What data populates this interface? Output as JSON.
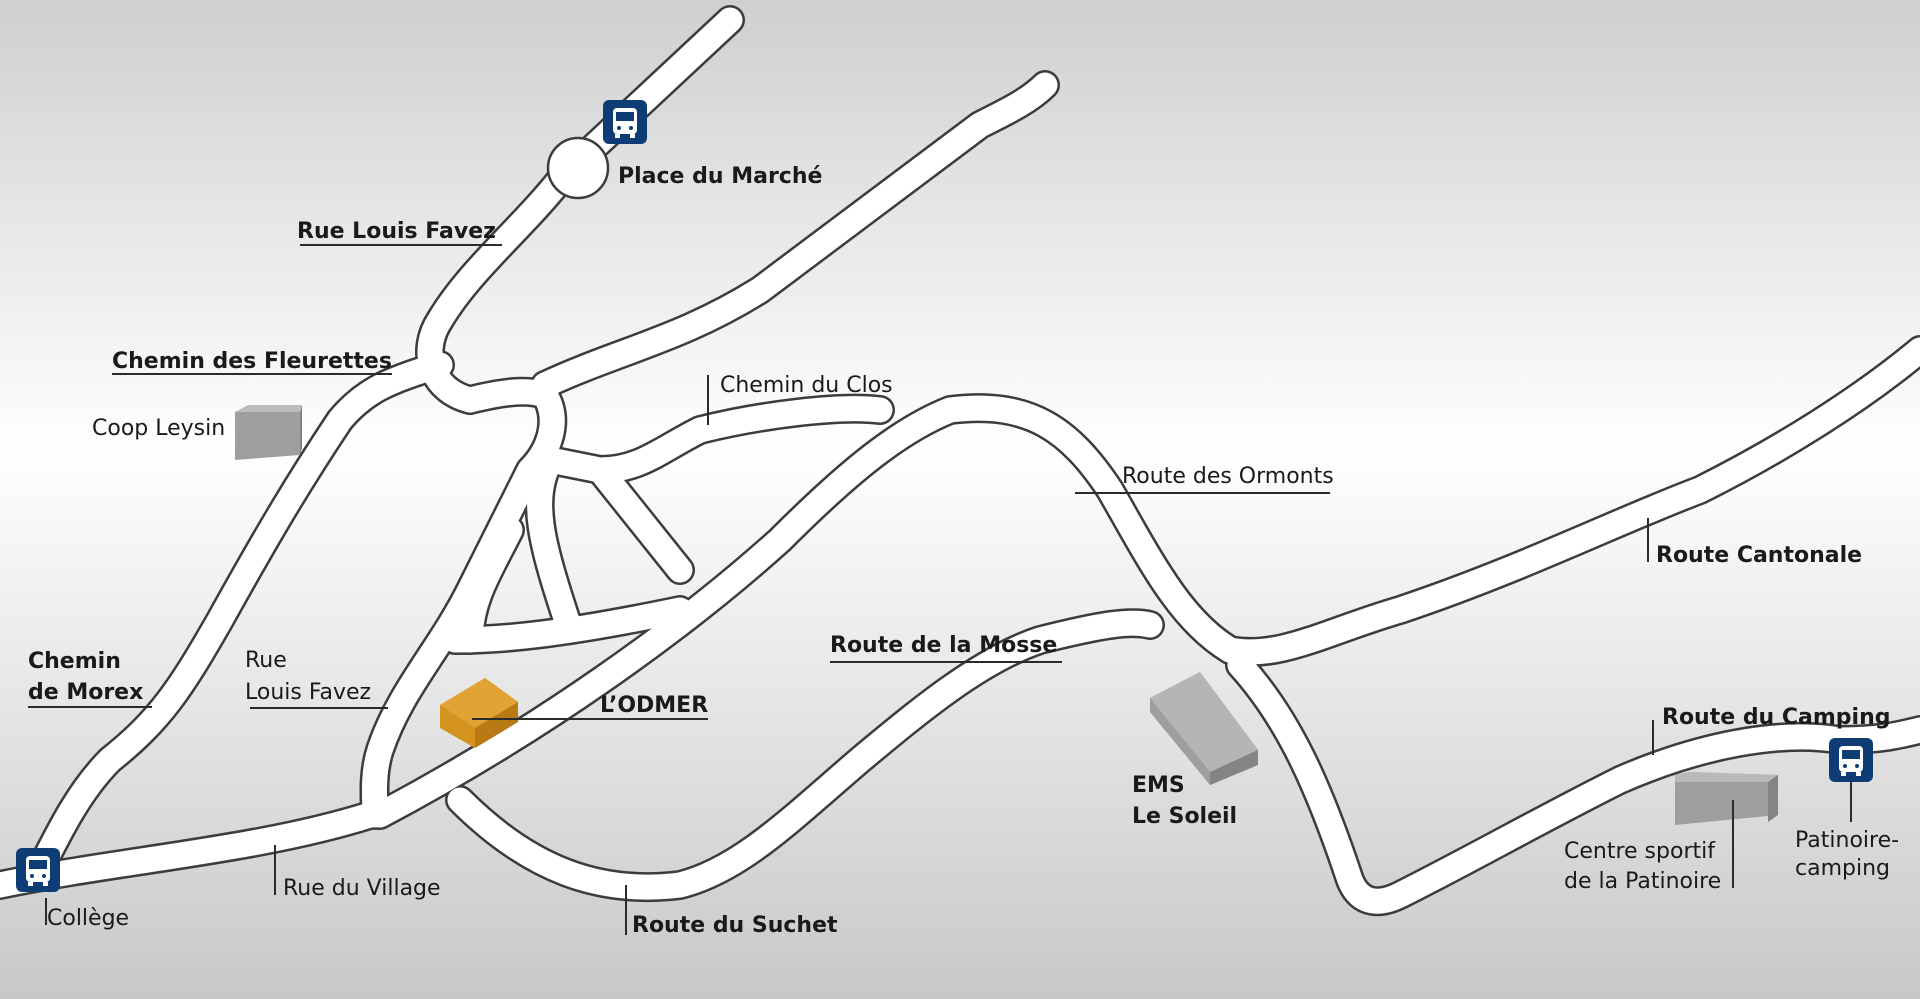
{
  "colors": {
    "bg_top": "#cfcfcf",
    "bg_mid": "#ffffff",
    "bg_bottom": "#c9c9c9",
    "road_fill": "#ffffff",
    "road_casing": "#3c3c3c",
    "bus_stop": "#0e3d75",
    "building_gray": "#9e9e9e",
    "highlight_building": "#d4921f"
  },
  "labels": {
    "place_du_marche": "Place du Marché",
    "rue_louis_favez_top": "Rue Louis Favez",
    "chemin_des_fleurettes": "Chemin des Fleurettes",
    "coop_leysin": "Coop Leysin",
    "chemin_du_clos": "Chemin du Clos",
    "route_des_ormonts": "Route des Ormonts",
    "route_cantonale": "Route Cantonale",
    "route_de_la_mosse": "Route de la Mosse",
    "chemin_de_morex_1": "Chemin",
    "chemin_de_morex_2": "de Morex",
    "rue_louis_favez_1": "Rue",
    "rue_louis_favez_2": "Louis Favez",
    "lodmer": "L’ODMER",
    "ems_1": "EMS",
    "ems_2": "Le Soleil",
    "route_du_camping": "Route du Camping",
    "centre_sportif_1": "Centre sportif",
    "centre_sportif_2": "de la Patinoire",
    "patinoire_1": "Patinoire-",
    "patinoire_2": "camping",
    "college": "Collège",
    "rue_du_village": "Rue du Village",
    "route_du_suchet": "Route du Suchet"
  },
  "icons": {
    "bus_stop": "bus-icon",
    "building": "building-icon"
  }
}
